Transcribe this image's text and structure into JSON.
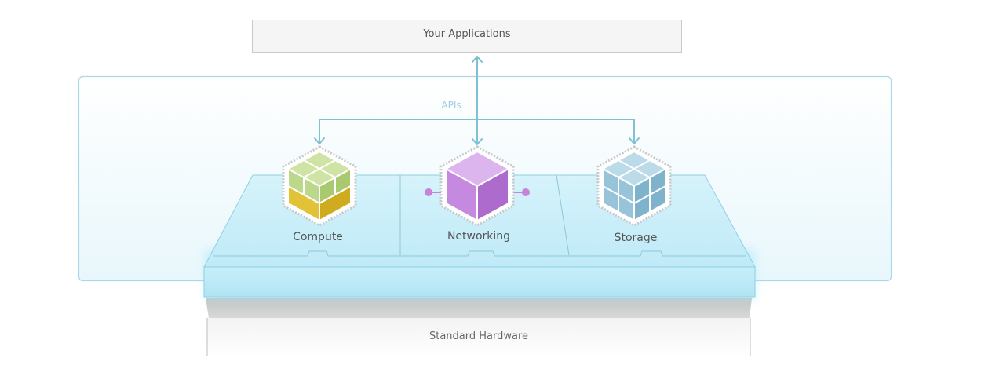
{
  "top_box": {
    "label": "Your Applications"
  },
  "api": {
    "label": "APIs"
  },
  "services": [
    {
      "label": "Compute",
      "icon": "compute-cube-icon",
      "colors": {
        "top": "#cfe3a4",
        "side": "#b7d27d",
        "lower": "#e2c236"
      }
    },
    {
      "label": "Networking",
      "icon": "networking-cube-icon",
      "colors": {
        "top": "#d7a9eb",
        "left": "#bf7ddb",
        "right": "#a865c9"
      }
    },
    {
      "label": "Storage",
      "icon": "storage-cube-icon",
      "colors": {
        "top": "#bcdbe9",
        "left": "#98c4d9",
        "right": "#7fb3cc"
      }
    }
  ],
  "base": {
    "label": "Standard Hardware"
  },
  "colors": {
    "panel_border": "#9fd3e3",
    "accent": "#7fc3d7",
    "platform": "#d4f2fa"
  }
}
